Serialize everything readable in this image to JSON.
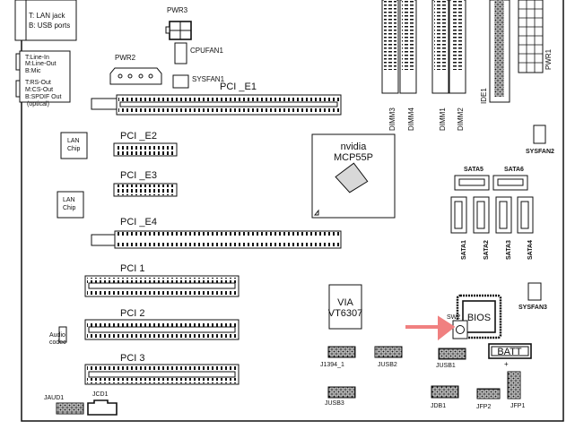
{
  "rear_io": {
    "lan_usb": [
      "T:  LAN jack",
      "B: USB ports"
    ],
    "audio_upper": [
      "T:Line-In",
      "M:Line-Out",
      "B:Mic"
    ],
    "audio_lower": [
      "T:RS-Out",
      "M:CS-Out",
      "B:SPDIF Out",
      "(optical)"
    ]
  },
  "connectors": {
    "pwr3": "PWR3",
    "cpufan1": "CPUFAN1",
    "pwr2": "PWR2",
    "sysfan1": "SYSFAN1",
    "pwr1": "PWR1",
    "ide1": "IDE1",
    "sysfan2": "SYSFAN2",
    "sysfan3": "SYSFAN3",
    "sata": [
      "SATA1",
      "SATA2",
      "SATA3",
      "SATA4",
      "SATA5",
      "SATA6"
    ],
    "j1394": "J1394_1",
    "jusb1": "JUSB1",
    "jusb2": "JUSB2",
    "jusb3": "JUSB3",
    "jdb1": "JDB1",
    "jfp1": "JFP1",
    "jfp2": "JFP2",
    "jaud1": "JAUD1",
    "jcd1": "JCD1",
    "sw2": "SW2",
    "batt": "BATT",
    "batt_plus": "+"
  },
  "memory": [
    "DIMM3",
    "DIMM4",
    "DIMM1",
    "DIMM2"
  ],
  "slots": {
    "pcie": [
      "PCI _E1",
      "PCI _E2",
      "PCI _E3",
      "PCI _E4"
    ],
    "pci": [
      "PCI 1",
      "PCI 2",
      "PCI 3"
    ]
  },
  "chips": {
    "lan1": [
      "LAN",
      "Chip"
    ],
    "lan2": [
      "LAN",
      "Chip"
    ],
    "chipset": [
      "nvidia",
      "MCP55P"
    ],
    "firewire": [
      "VIA",
      "VT6307"
    ],
    "bios": "BIOS",
    "audio_codec": [
      "Audio",
      "codec"
    ]
  },
  "colors": {
    "arrow": "#f08080",
    "outline": "#111111",
    "chip_fill": "#d8d8d8"
  }
}
